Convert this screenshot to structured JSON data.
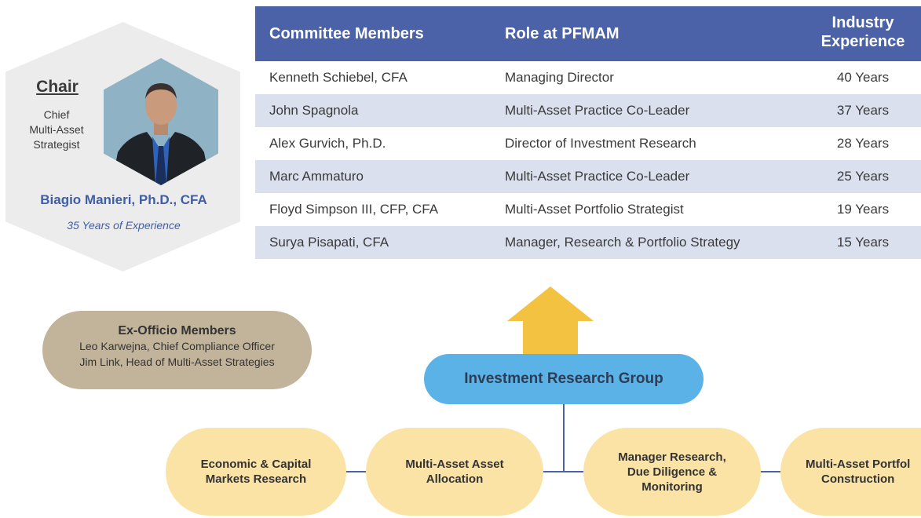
{
  "chair": {
    "heading": "Chair",
    "role_line1": "Chief",
    "role_line2": "Multi-Asset",
    "role_line3": "Strategist",
    "name": "Biagio Manieri, Ph.D., CFA",
    "experience": "35 Years of Experience",
    "photo_icon": "person-portrait"
  },
  "committee_table": {
    "headers": {
      "members": "Committee Members",
      "role": "Role at PFMAM",
      "experience_line1": "Industry",
      "experience_line2": "Experience"
    },
    "rows": [
      {
        "name": "Kenneth Schiebel, CFA",
        "role": "Managing Director",
        "experience": "40 Years"
      },
      {
        "name": "John Spagnola",
        "role": "Multi-Asset Practice Co-Leader",
        "experience": "37 Years"
      },
      {
        "name": "Alex Gurvich, Ph.D.",
        "role": "Director of Investment Research",
        "experience": "28 Years"
      },
      {
        "name": "Marc Ammaturo",
        "role": "Multi-Asset Practice Co-Leader",
        "experience": "25 Years"
      },
      {
        "name": "Floyd Simpson III, CFP, CFA",
        "role": "Multi-Asset Portfolio Strategist",
        "experience": "19 Years"
      },
      {
        "name": "Surya Pisapati, CFA",
        "role": "Manager, Research & Portfolio Strategy",
        "experience": "15 Years"
      }
    ],
    "colors": {
      "header": "#4c62a8",
      "shade": "#dbe0ef"
    }
  },
  "ex_officio": {
    "title": "Ex-Officio Members",
    "line1": "Leo Karwejna, Chief Compliance Officer",
    "line2": "Jim Link, Head of Multi-Asset Strategies"
  },
  "investment_research_group": {
    "label": "Investment Research Group",
    "arrow_icon": "up-arrow",
    "arrow_color": "#f3c240"
  },
  "functions": [
    {
      "line1": "Economic & Capital",
      "line2": "Markets Research",
      "line3": ""
    },
    {
      "line1": "Multi-Asset Asset",
      "line2": "Allocation",
      "line3": ""
    },
    {
      "line1": "Manager Research,",
      "line2": "Due Diligence &",
      "line3": "Monitoring"
    },
    {
      "line1": "Multi-Asset Portfol",
      "line2": "Construction",
      "line3": ""
    }
  ]
}
